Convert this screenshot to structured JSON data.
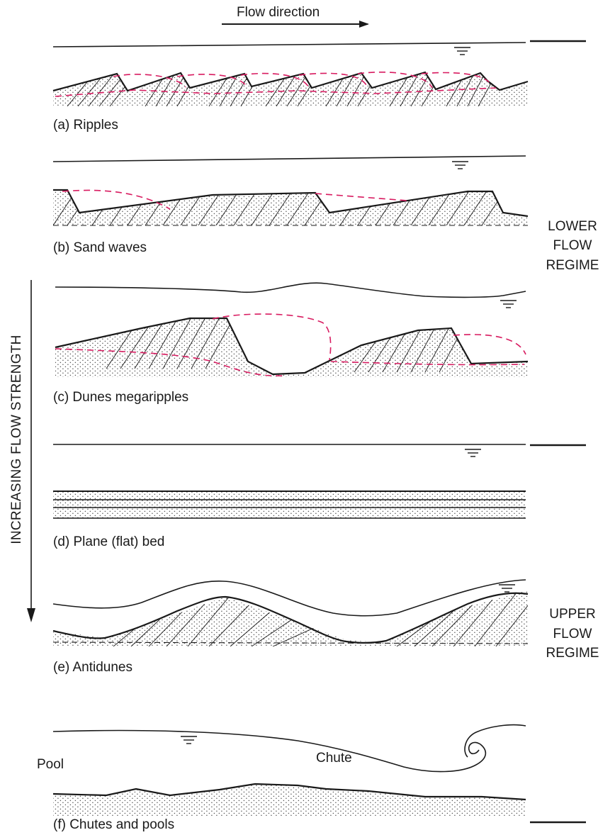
{
  "header": {
    "flow_direction": "Flow direction"
  },
  "axis": {
    "increasing_flow_strength": "INCREASING FLOW STRENGTH"
  },
  "regimes": {
    "lower": [
      "LOWER",
      "FLOW",
      "REGIME"
    ],
    "upper": [
      "UPPER",
      "FLOW",
      "REGIME"
    ]
  },
  "panels": [
    {
      "id": "a",
      "label": "(a) Ripples"
    },
    {
      "id": "b",
      "label": "(b) Sand waves"
    },
    {
      "id": "c",
      "label": "(c) Dunes megaripples"
    },
    {
      "id": "d",
      "label": "(d) Plane (flat) bed"
    },
    {
      "id": "e",
      "label": "(e) Antidunes"
    },
    {
      "id": "f",
      "label": "(f) Chutes and pools",
      "annotations": {
        "pool": "Pool",
        "chute": "Chute"
      }
    }
  ],
  "colors": {
    "ink": "#1a1a1a",
    "red_dashed": "#d81b60",
    "background": "#ffffff"
  }
}
